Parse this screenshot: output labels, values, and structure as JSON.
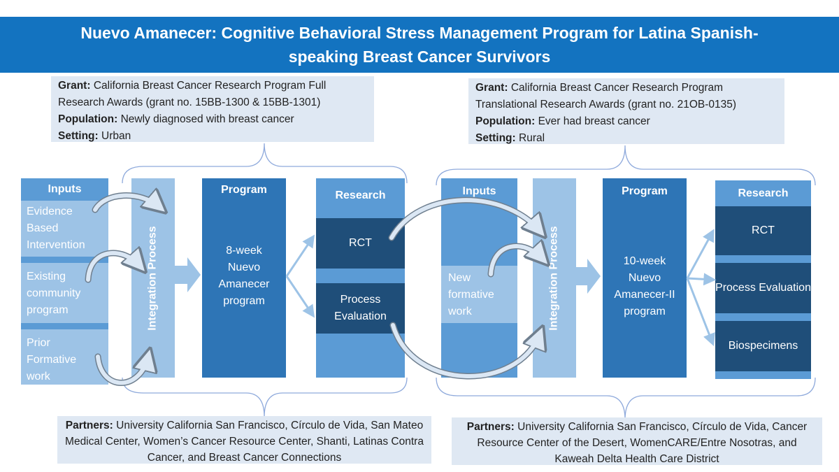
{
  "title": "Nuevo Amanecer: Cognitive Behavioral Stress Management Program for Latina Spanish-speaking Breast Cancer Survivors",
  "left": {
    "info": {
      "grant_label": "Grant:",
      "grant_text": "California Breast Cancer Research Program  Full Research Awards (grant no. 15BB-1300 & 15BB-1301)",
      "population_label": "Population:",
      "population_text": "Newly diagnosed with breast cancer",
      "setting_label": "Setting:",
      "setting_text": "Urban"
    },
    "inputs_header": "Inputs",
    "inputs": [
      "Evidence Based Intervention",
      "Existing community program",
      "Prior Formative work"
    ],
    "integration": "Integration  Process",
    "program_header": "Program",
    "program_text": "8-week Nuevo Amanecer program",
    "research_header": "Research",
    "research_items": [
      "RCT",
      "Process Evaluation"
    ],
    "partners_label": "Partners:",
    "partners_text": "University  California San Francisco, Círculo de Vida, San Mateo Medical Center, Women’s Cancer Resource Center, Shanti, Latinas Contra Cancer, and Breast Cancer Connections"
  },
  "right": {
    "info": {
      "grant_label": "Grant:",
      "grant_text": "California Breast Cancer Research Program Translational Research Awards (grant no. 21OB-0135)",
      "population_label": "Population:",
      "population_text": "Ever had breast cancer",
      "setting_label": "Setting:",
      "setting_text": "Rural"
    },
    "inputs_header": "Inputs",
    "inputs": [
      "New formative work"
    ],
    "integration": "Integration  Process",
    "program_header": "Program",
    "program_text": "10-week Nuevo Amanecer-II program",
    "research_header": "Research",
    "research_items": [
      "RCT",
      "Process Evaluation",
      "Biospecimens"
    ],
    "partners_label": "Partners:",
    "partners_text": "University California San Francisco, Círculo de Vida, Cancer Resource Center of the Desert, WomenCARE/Entre Nosotras, and  Kaweah Delta Health Care District"
  },
  "colors": {
    "title_bg": "#1373c0",
    "info_bg": "#dfe8f3",
    "light_blue": "#9dc3e6",
    "medium_blue": "#5b9bd5",
    "program_blue": "#2e75b6",
    "dark_blue": "#1f4e79"
  }
}
